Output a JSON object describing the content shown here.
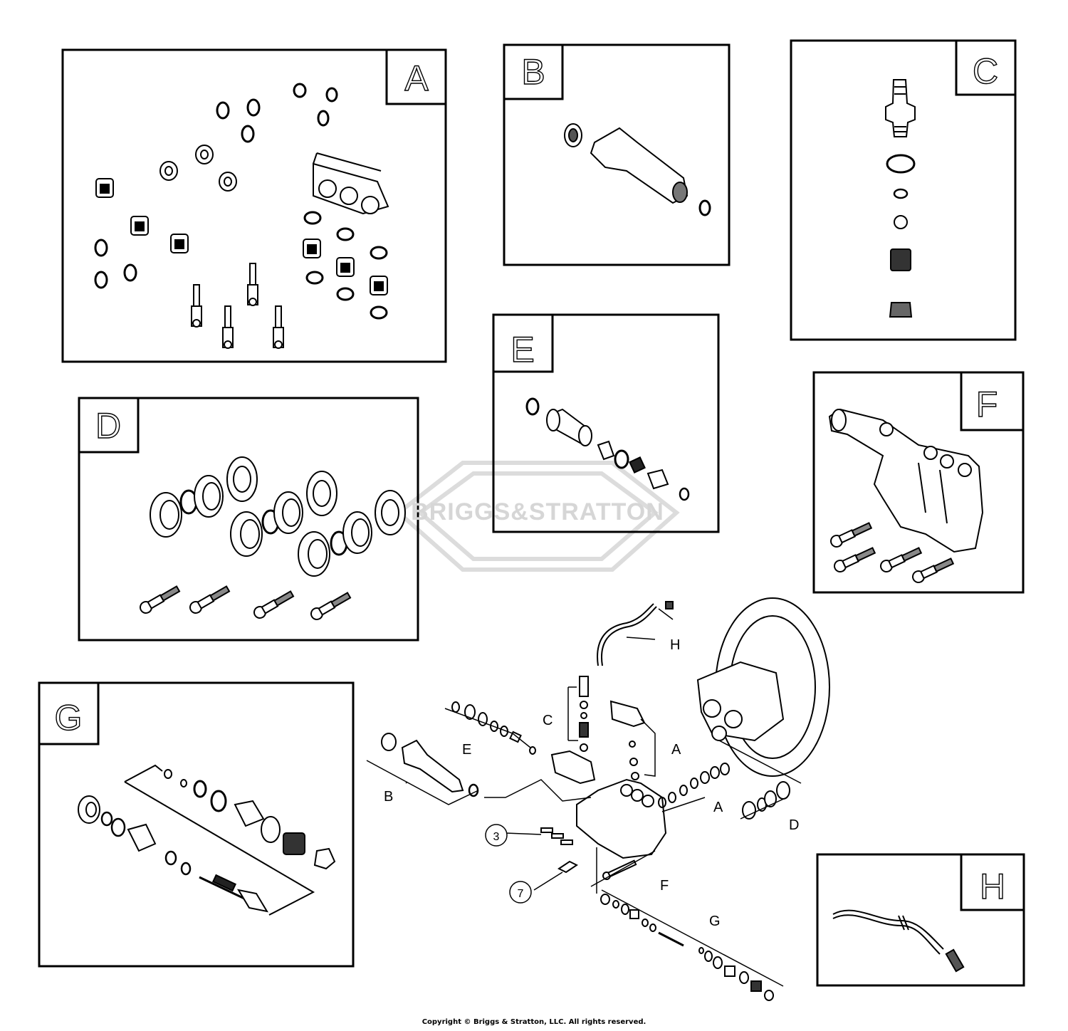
{
  "panels": [
    {
      "id": "A",
      "label": "A"
    },
    {
      "id": "B",
      "label": "B"
    },
    {
      "id": "C",
      "label": "C"
    },
    {
      "id": "D",
      "label": "D"
    },
    {
      "id": "E",
      "label": "E"
    },
    {
      "id": "F",
      "label": "F"
    },
    {
      "id": "G",
      "label": "G"
    },
    {
      "id": "H",
      "label": "H"
    }
  ],
  "callouts": {
    "a1": "A",
    "a2": "A",
    "b": "B",
    "c": "C",
    "d": "D",
    "e": "E",
    "f": "F",
    "g": "G",
    "h": "H"
  },
  "ref_numbers": {
    "n3": "3",
    "n7": "7"
  },
  "watermark": "BRIGGS&STRATTON",
  "copyright": "Copyright © Briggs & Stratton, LLC. All rights reserved."
}
